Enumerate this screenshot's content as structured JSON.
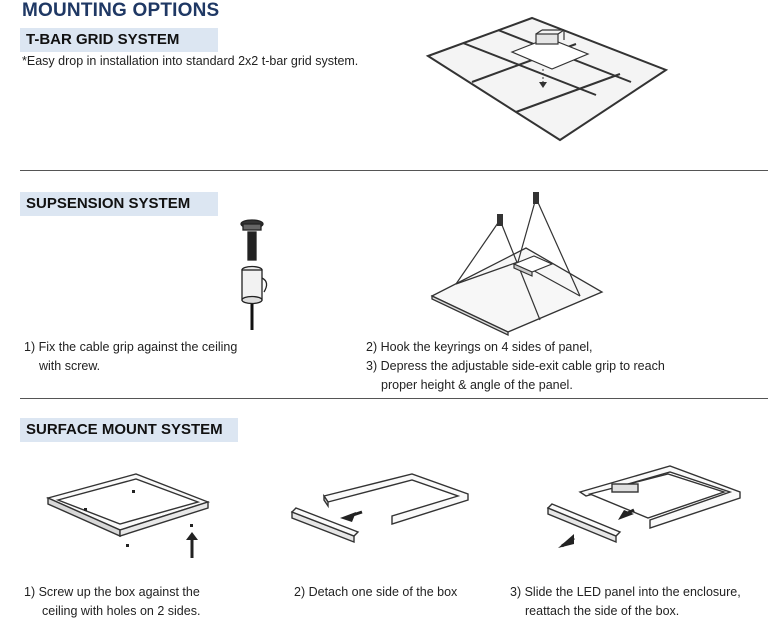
{
  "page_title": "MOUNTING OPTIONS",
  "tbar": {
    "heading": "T-BAR GRID SYSTEM",
    "note": "*Easy drop in installation into standard 2x2 t-bar grid system."
  },
  "suspension": {
    "heading": "SUPSENSION SYSTEM",
    "step1_line1": "1) Fix the cable grip against the ceiling",
    "step1_line2": "with screw.",
    "step2": "2) Hook the keyrings on 4 sides of panel,",
    "step3_line1": "3) Depress the adjustable side-exit cable grip to reach",
    "step3_line2": "proper height & angle of the panel."
  },
  "surface": {
    "heading": "SURFACE MOUNT SYSTEM",
    "step1_line1": "1) Screw up the box against the",
    "step1_line2": "ceiling with holes on 2 sides.",
    "step2": "2) Detach one side of the box",
    "step3_line1": "3) Slide the LED panel into the enclosure,",
    "step3_line2": "reattach the side of the box."
  }
}
